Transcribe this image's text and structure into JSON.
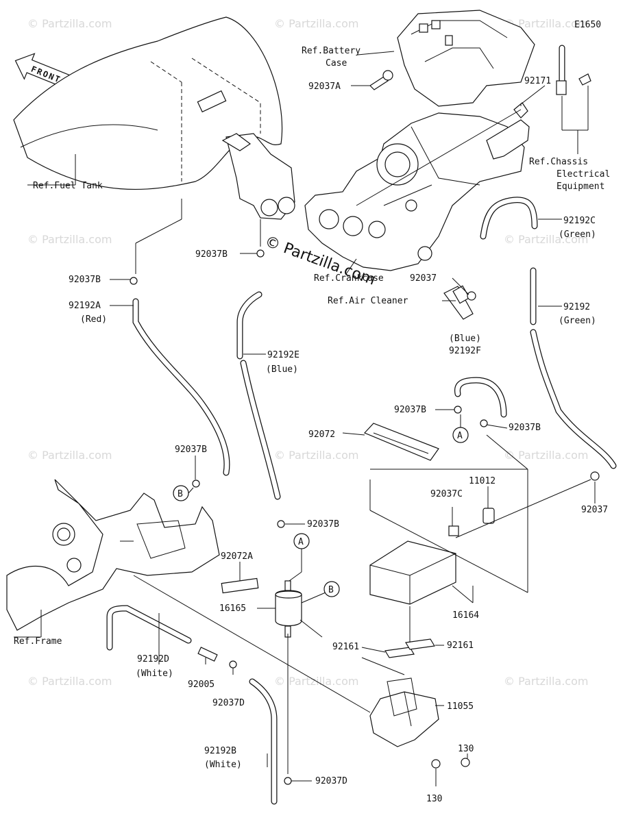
{
  "diagram_code": "E1650",
  "front_label": "FRONT",
  "watermark": "© Partzilla.com",
  "labels": {
    "ref_battery_case_1": "Ref.Battery",
    "ref_battery_case_2": "Case",
    "p92037A": "92037A",
    "p92171": "92171",
    "ref_chassis_1": "Ref.Chassis",
    "ref_chassis_2": "Electrical",
    "ref_chassis_3": "Equipment",
    "ref_fuel_tank": "Ref.Fuel Tank",
    "p92192C": "92192C",
    "green_1": "(Green)",
    "p92037B_top": "92037B",
    "ref_crankcase": "Ref.Crankcase",
    "p92037_mid": "92037",
    "p92037B_left": "92037B",
    "ref_air_cleaner": "Ref.Air Cleaner",
    "p92192A": "92192A",
    "red": "(Red)",
    "p92192": "92192",
    "green_2": "(Green)",
    "blue_right": "(Blue)",
    "p92192F": "92192F",
    "p92192E": "92192E",
    "blue_left": "(Blue)",
    "p92037B_f": "92037B",
    "p92037B_a": "92037B",
    "circle_a_1": "A",
    "p92072": "92072",
    "p92037B_lower": "92037B",
    "circle_b_1": "B",
    "p11012": "11012",
    "p92037C": "92037C",
    "p92037_right": "92037",
    "p92037B_filter": "92037B",
    "circle_a_2": "A",
    "p92072A": "92072A",
    "circle_b_2": "B",
    "p16165": "16165",
    "p16164": "16164",
    "ref_frame": "Ref.Frame",
    "p92161_left": "92161",
    "p92161_right": "92161",
    "p92192D": "92192D",
    "white_1": "(White)",
    "p92005": "92005",
    "p92037D_left": "92037D",
    "p11055": "11055",
    "p130_right": "130",
    "p92192B": "92192B",
    "white_2": "(White)",
    "p92037D_bottom": "92037D",
    "p130_bottom": "130"
  }
}
